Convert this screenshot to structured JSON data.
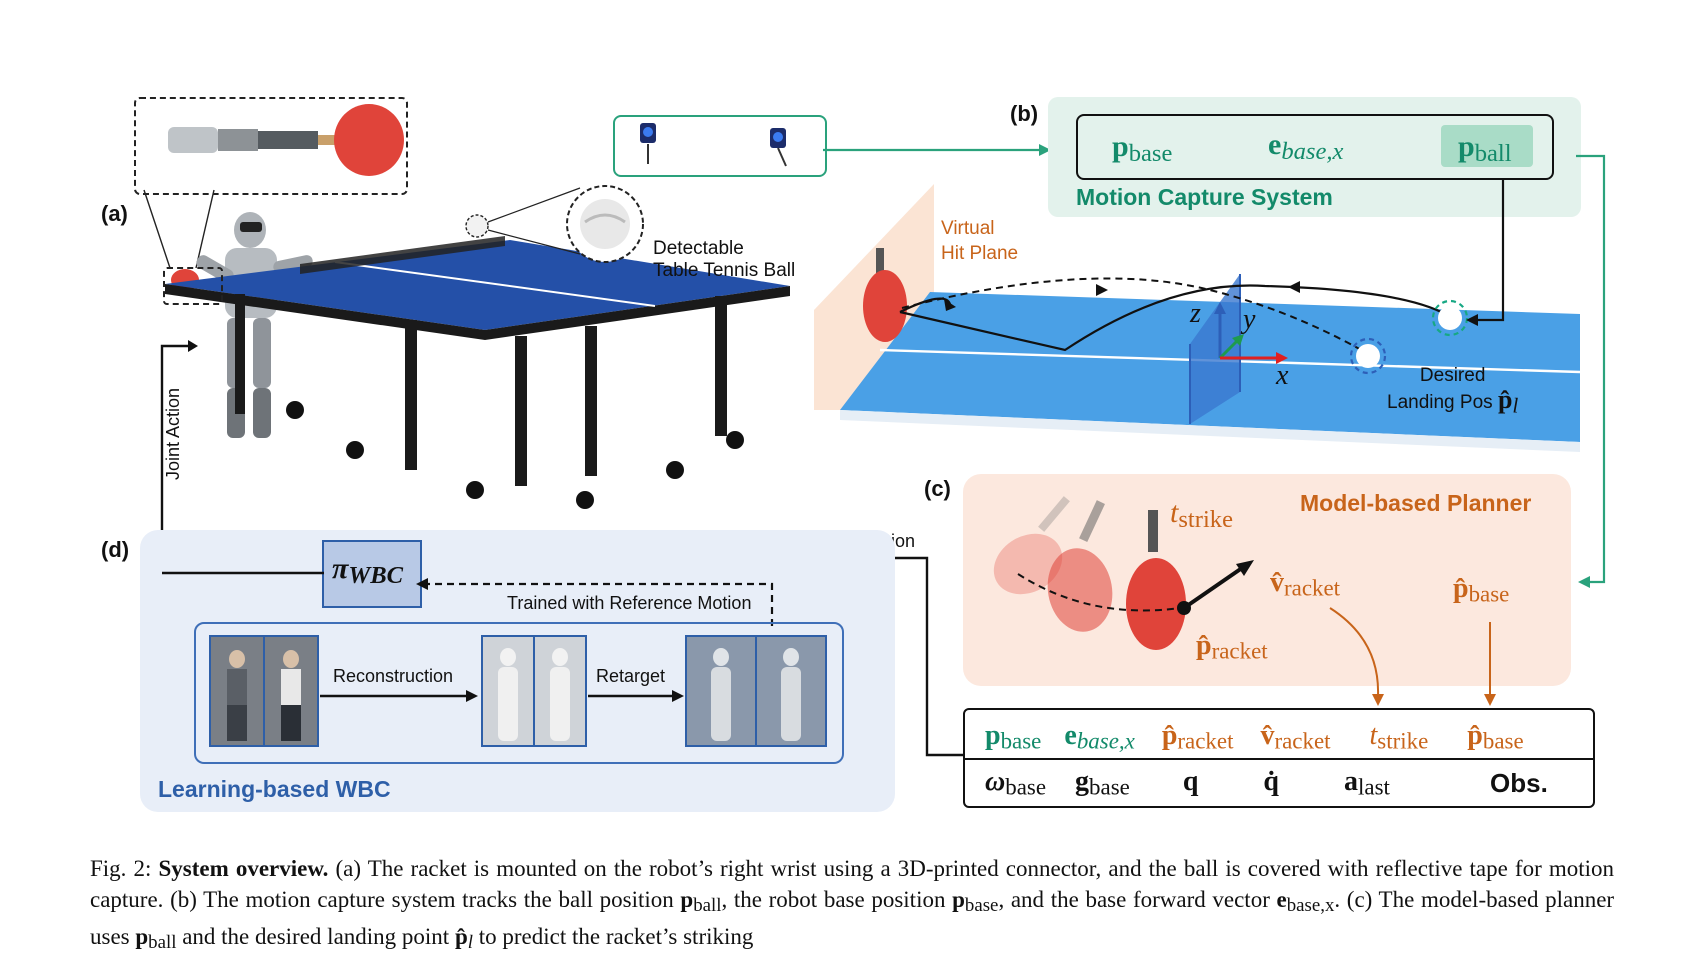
{
  "labels": {
    "a": "(a)",
    "b": "(b)",
    "c": "(c)",
    "d": "(d)"
  },
  "panel_a": {
    "ball_label_line1": "Detectable",
    "ball_label_line2": "Table Tennis Ball",
    "joint_action": "Joint Action"
  },
  "panel_b": {
    "p_base": "p",
    "p_base_sub": "base",
    "e_base": "e",
    "e_base_sub": "base,x",
    "p_ball": "p",
    "p_ball_sub": "ball",
    "title": "Motion Capture System",
    "hit_plane_line1": "Virtual",
    "hit_plane_line2": "Hit Plane",
    "axis_x": "x",
    "axis_y": "y",
    "axis_z": "z",
    "landing_line1": "Desired",
    "landing_line2": "Landing Pos",
    "landing_sym": "p̂",
    "landing_sub": "l"
  },
  "panel_c": {
    "title": "Model-based Planner",
    "t_strike": "t",
    "t_strike_sub": "strike",
    "v_racket": "v̂",
    "v_racket_sub": "racket",
    "p_base_hat": "p̂",
    "p_base_hat_sub": "base",
    "p_racket_hat": "p̂",
    "p_racket_hat_sub": "racket"
  },
  "obs_table": {
    "row1": [
      {
        "sym": "p",
        "sub": "base",
        "color": "#138a6a"
      },
      {
        "sym": "e",
        "sub": "base,x",
        "color": "#138a6a"
      },
      {
        "sym": "p̂",
        "sub": "racket",
        "color": "#c8641a"
      },
      {
        "sym": "v̂",
        "sub": "racket",
        "color": "#c8641a"
      },
      {
        "sym": "t",
        "sub": "strike",
        "color": "#c8641a"
      },
      {
        "sym": "p̂",
        "sub": "base",
        "color": "#c8641a"
      }
    ],
    "row2": [
      {
        "sym": "ω",
        "sub": "base"
      },
      {
        "sym": "g",
        "sub": "base"
      },
      {
        "sym": "q",
        "sub": ""
      },
      {
        "sym": "q̇",
        "sub": ""
      },
      {
        "sym": "a",
        "sub": "last"
      }
    ],
    "obs_label": "Obs."
  },
  "panel_d": {
    "policy_sym": "π",
    "policy_sub": "WBC",
    "observation": "Observation",
    "trained_with": "Trained with Reference Motion",
    "reconstruction": "Reconstruction",
    "retarget": "Retarget",
    "title": "Learning-based WBC"
  },
  "caption": {
    "fig": "Fig. 2:",
    "bold": "System overview.",
    "text1": "(a) The racket is mounted on the robot’s right wrist using a 3D-printed connector, and the ball is covered with reflective tape for motion capture. (b) The motion capture system tracks the ball position",
    "text2": "the robot base position",
    "text3": "and the base forward vector",
    "text4": "(c) The model-based planner uses",
    "text5": "and the desired landing point",
    "text6": "to predict the racket’s striking"
  },
  "colors": {
    "mocap_bg": "#e3f2ec",
    "planner_bg": "#fce8de",
    "wbc_bg": "#e8eef8",
    "green": "#138a6a",
    "orange": "#c8641a",
    "blue": "#2e5fa8",
    "table_blue": "#4aa0e6"
  }
}
